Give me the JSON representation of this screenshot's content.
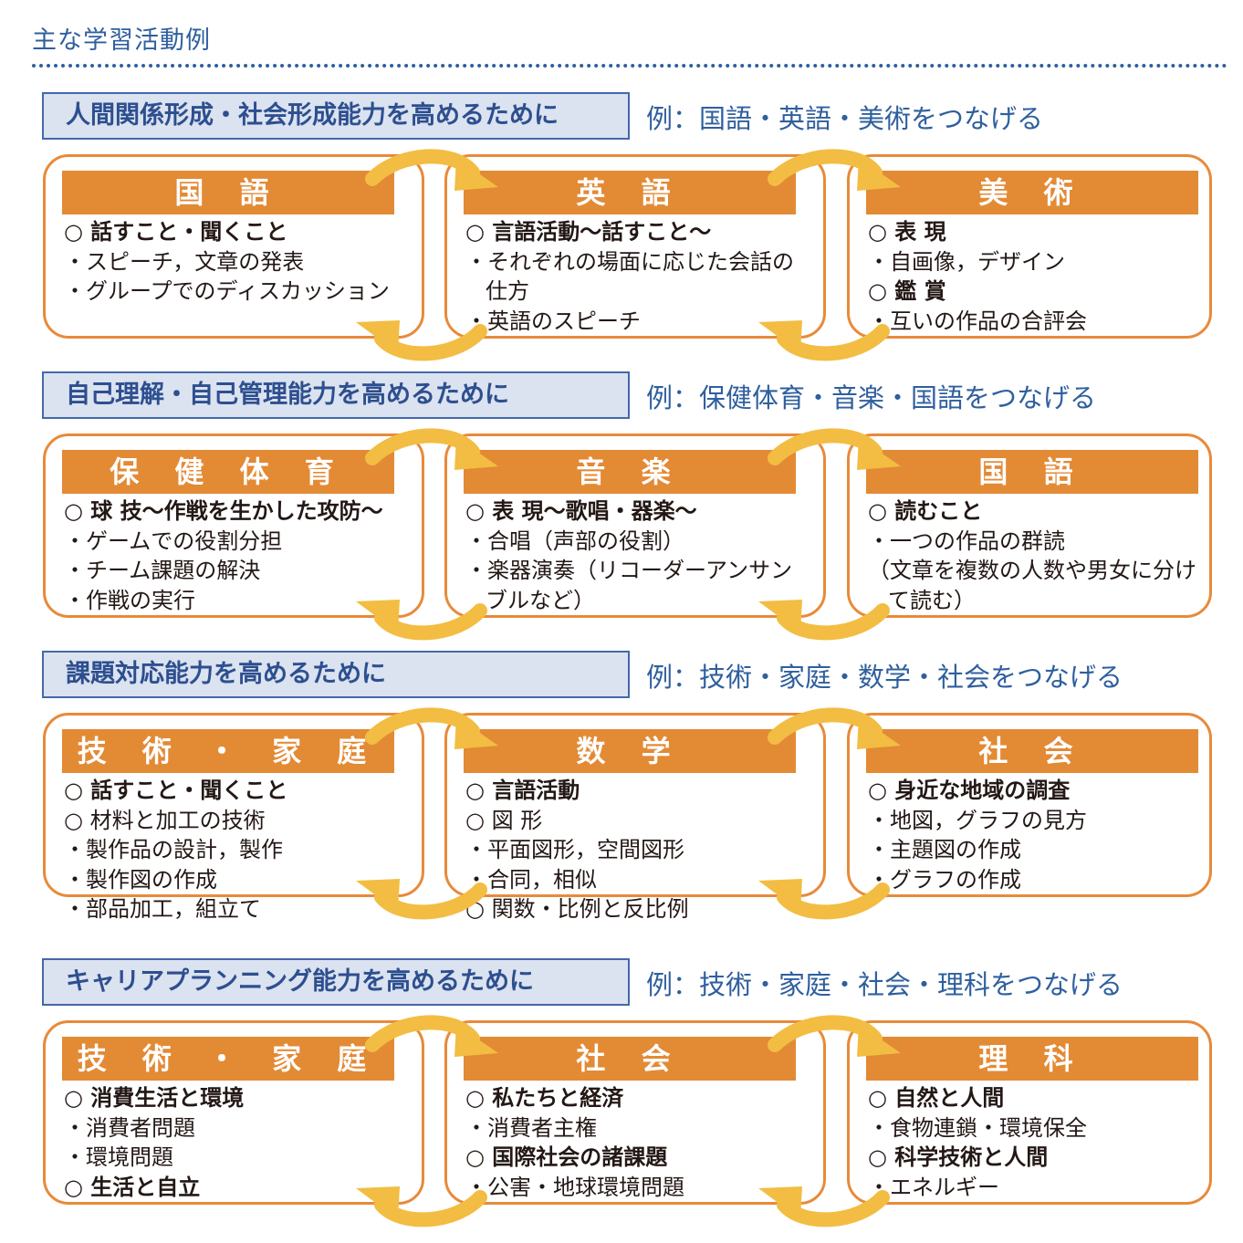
{
  "page": {
    "title": "主な学習活動例"
  },
  "sections": [
    {
      "heading": "人間関係形成・社会形成能力を高めるために",
      "example": "例：国語・英語・美術をつなげる",
      "subjects": [
        {
          "name": "国 語",
          "items": [
            {
              "text": "○ 話すこと・聞くこと",
              "style": "bold"
            },
            {
              "text": "・スピーチ，文章の発表",
              "style": "normal"
            },
            {
              "text": "・グループでのディスカッション",
              "style": "normal"
            }
          ]
        },
        {
          "name": "英 語",
          "items": [
            {
              "text": "○ 言語活動～話すこと～",
              "style": "bold"
            },
            {
              "text": "・それぞれの場面に応じた会話の",
              "style": "normal"
            },
            {
              "text": "仕方",
              "style": "cont"
            },
            {
              "text": "・英語のスピーチ",
              "style": "normal"
            }
          ]
        },
        {
          "name": "美 術",
          "items": [
            {
              "text": "○ 表 現",
              "style": "bold"
            },
            {
              "text": "・自画像，デザイン",
              "style": "normal"
            },
            {
              "text": "○ 鑑 賞",
              "style": "bold"
            },
            {
              "text": "・互いの作品の合評会",
              "style": "normal"
            }
          ]
        }
      ]
    },
    {
      "heading": "自己理解・自己管理能力を高めるために",
      "example": "例：保健体育・音楽・国語をつなげる",
      "subjects": [
        {
          "name": "保 健 体 育",
          "items": [
            {
              "text": "○ 球 技～作戦を生かした攻防～",
              "style": "bold"
            },
            {
              "text": "・ゲームでの役割分担",
              "style": "normal"
            },
            {
              "text": "・チーム課題の解決",
              "style": "normal"
            },
            {
              "text": "・作戦の実行",
              "style": "normal"
            }
          ]
        },
        {
          "name": "音 楽",
          "items": [
            {
              "text": "○ 表 現～歌唱・器楽～",
              "style": "bold"
            },
            {
              "text": "・合唱（声部の役割）",
              "style": "normal"
            },
            {
              "text": "・楽器演奏（リコーダーアンサン",
              "style": "normal"
            },
            {
              "text": "ブルなど）",
              "style": "cont"
            }
          ]
        },
        {
          "name": "国 語",
          "items": [
            {
              "text": "○ 読むこと",
              "style": "bold"
            },
            {
              "text": "・一つの作品の群読",
              "style": "normal"
            },
            {
              "text": "（文章を複数の人数や男女に分け",
              "style": "normal"
            },
            {
              "text": "て読む）",
              "style": "cont"
            }
          ]
        }
      ]
    },
    {
      "heading": "課題対応能力を高めるために",
      "example": "例：技術・家庭・数学・社会をつなげる",
      "subjects": [
        {
          "name": "技 術 ・ 家 庭",
          "items": [
            {
              "text": "○ 話すこと・聞くこと",
              "style": "bold"
            },
            {
              "text": "○ 材料と加工の技術",
              "style": "normal"
            },
            {
              "text": "・製作品の設計，製作",
              "style": "normal"
            },
            {
              "text": "・製作図の作成",
              "style": "normal"
            },
            {
              "text": "・部品加工，組立て",
              "style": "normal"
            }
          ]
        },
        {
          "name": "数 学",
          "items": [
            {
              "text": "○ 言語活動",
              "style": "bold"
            },
            {
              "text": "○ 図 形",
              "style": "normal"
            },
            {
              "text": "・平面図形，空間図形",
              "style": "normal"
            },
            {
              "text": "・合同，相似",
              "style": "normal"
            },
            {
              "text": "○ 関数・比例と反比例",
              "style": "normal"
            }
          ]
        },
        {
          "name": "社 会",
          "items": [
            {
              "text": "○ 身近な地域の調査",
              "style": "bold"
            },
            {
              "text": "・地図，グラフの見方",
              "style": "normal"
            },
            {
              "text": "・主題図の作成",
              "style": "normal"
            },
            {
              "text": "・グラフの作成",
              "style": "normal"
            }
          ]
        }
      ]
    },
    {
      "heading": "キャリアプランニング能力を高めるために",
      "example": "例：技術・家庭・社会・理科をつなげる",
      "subjects": [
        {
          "name": "技 術 ・ 家 庭",
          "items": [
            {
              "text": "○ 消費生活と環境",
              "style": "bold"
            },
            {
              "text": "・消費者問題",
              "style": "normal"
            },
            {
              "text": "・環境問題",
              "style": "normal"
            },
            {
              "text": "○ 生活と自立",
              "style": "bold"
            }
          ]
        },
        {
          "name": "社 会",
          "items": [
            {
              "text": "○ 私たちと経済",
              "style": "bold"
            },
            {
              "text": "・消費者主権",
              "style": "normal"
            },
            {
              "text": "○ 国際社会の諸課題",
              "style": "bold"
            },
            {
              "text": "・公害・地球環境問題",
              "style": "normal"
            }
          ]
        },
        {
          "name": "理 科",
          "items": [
            {
              "text": "○ 自然と人間",
              "style": "bold"
            },
            {
              "text": "・食物連鎖・環境保全",
              "style": "normal"
            },
            {
              "text": "○ 科学技術と人間",
              "style": "bold"
            },
            {
              "text": "・エネルギー",
              "style": "normal"
            }
          ]
        }
      ]
    }
  ],
  "colors": {
    "heading_bg": "#dbe2f0",
    "heading_border": "#4468a8",
    "accent_blue": "#2f5f9e",
    "card_border": "#e88a3a",
    "subject_header_bg": "#e38a35",
    "arrow": "#f2bd42"
  },
  "icons": {
    "connector": "cycle-arrow-icon"
  }
}
